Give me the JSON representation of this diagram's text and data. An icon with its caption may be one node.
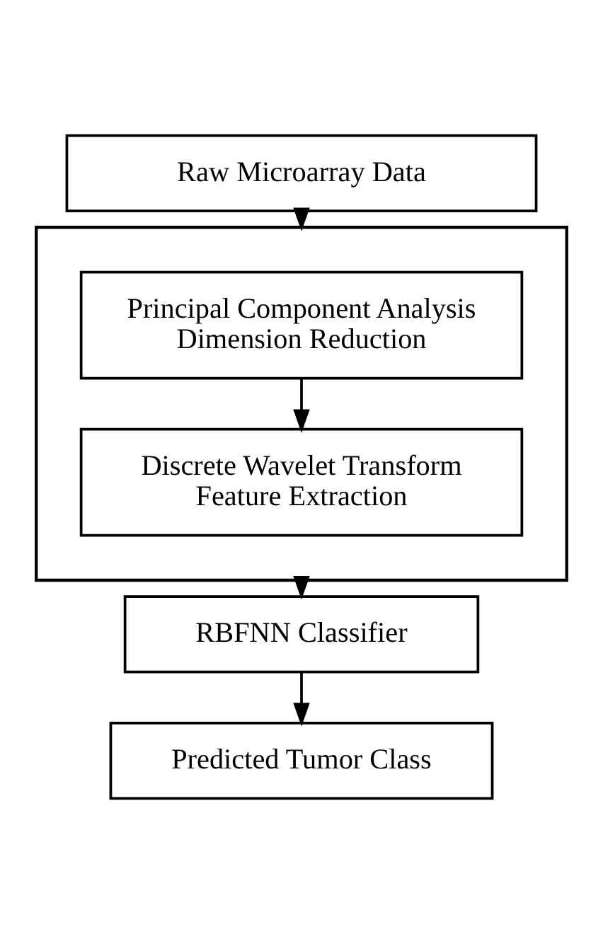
{
  "diagram": {
    "nodes": [
      {
        "text": [
          "Raw Microarray Data"
        ]
      },
      {
        "text": [],
        "shape": "box"
      },
      {
        "text": [
          "Principal Component Analysis",
          "Dimension Reduction"
        ],
        "in": 1
      },
      {
        "text": [
          "Discrete Wavelet Transform",
          "Feature Extraction"
        ],
        "in": 1
      },
      {
        "text": [
          "RBFNN Classifier"
        ]
      },
      {
        "text": [
          "Predicted Tumor Class"
        ]
      }
    ],
    "edges": [
      {
        "from": 0,
        "to": 1,
        "arrow": "to"
      },
      {
        "from": 2,
        "to": 3,
        "arrow": "to"
      },
      {
        "from": 1,
        "to": 4,
        "arrow": "to"
      },
      {
        "from": 4,
        "to": 5,
        "arrow": "to"
      }
    ]
  }
}
